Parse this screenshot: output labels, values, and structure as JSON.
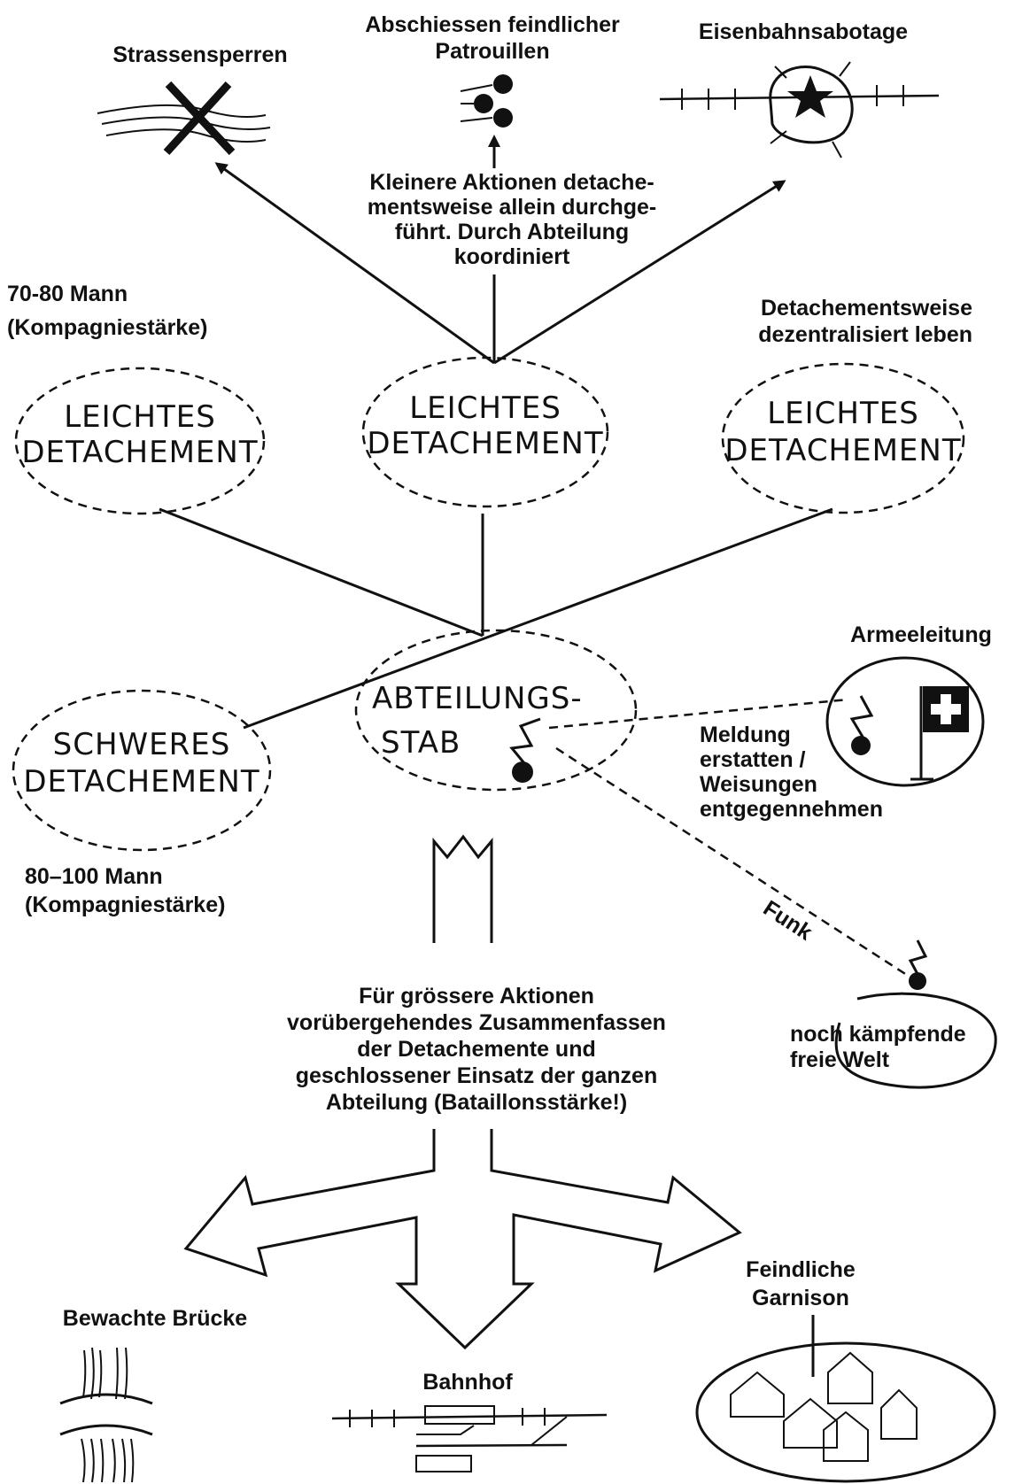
{
  "targets_top": {
    "road_blocks": "Strassensperren",
    "shoot_patrols_1": "Abschiessen feindlicher",
    "shoot_patrols_2": "Patrouillen",
    "rail_sabotage": "Eisenbahnsabotage"
  },
  "small_actions": [
    "Kleinere Aktionen detache-",
    "mentsweise allein durchge-",
    "führt. Durch Abteilung",
    "koordiniert"
  ],
  "left_strength": [
    "70-80 Mann",
    "(Kompagniestärke)"
  ],
  "right_note": [
    "Detachementsweise",
    "dezentralisiert leben"
  ],
  "detachments": {
    "light_line1": "LEICHTES",
    "light_line2": "DETACHEMENT",
    "heavy_line1": "SCHWERES",
    "heavy_line2": "DETACHEMENT"
  },
  "staff": {
    "line1": "ABTEILUNGS-",
    "line2": "STAB"
  },
  "army_command": "Armeeleitung",
  "report": [
    "Meldung",
    "erstatten /",
    "Weisungen",
    "entgegennehmen"
  ],
  "heavy_strength": [
    "80–100 Mann",
    "(Kompagniestärke)"
  ],
  "radio": "Funk",
  "free_world": [
    "noch kämpfende",
    "freie Welt"
  ],
  "large_actions": [
    "Für grössere Aktionen",
    "vorübergehendes Zusammenfassen",
    "der Detachemente und",
    "geschlossener Einsatz der ganzen",
    "Abteilung (Bataillonsstärke!)"
  ],
  "targets_bottom": {
    "bridge": "Bewachte Brücke",
    "station": "Bahnhof",
    "garrison_1": "Feindliche",
    "garrison_2": "Garnison"
  }
}
